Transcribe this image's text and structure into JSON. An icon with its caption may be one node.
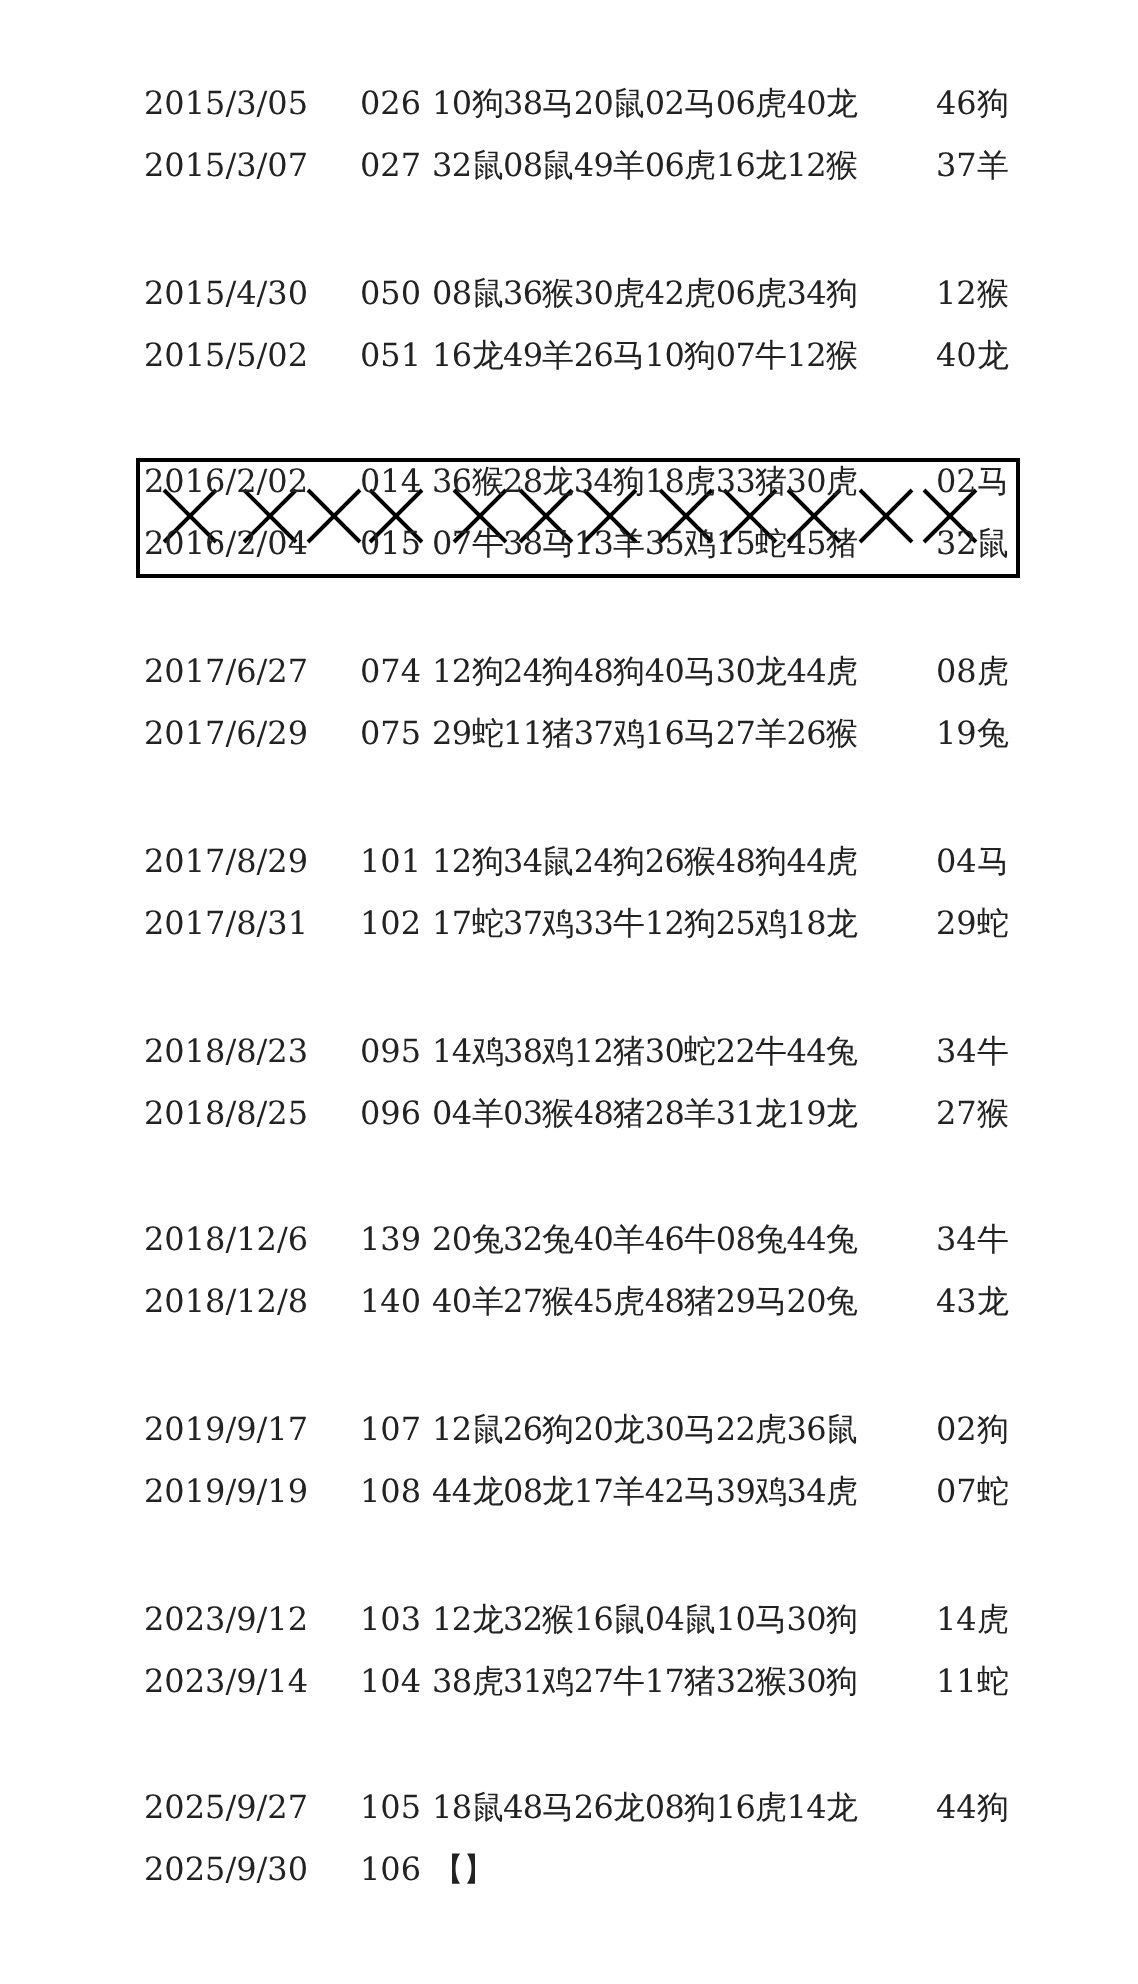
{
  "diagram": {
    "labels": [
      "2015/3/05",
      "026",
      "10狗38马20鼠02马06虎40龙",
      "46狗",
      "2015/3/07",
      "027",
      "32鼠08鼠49羊06虎16龙12猴",
      "37羊",
      "2015/4/30",
      "050",
      "08鼠36猴30虎42虎06虎34狗",
      "12猴",
      "2015/5/02",
      "051",
      "16龙49羊26马10狗07牛12猴",
      "40龙",
      "2016/2/02",
      "014",
      "36猴28龙34狗18虎33猪30虎",
      "02马",
      "2016/2/04",
      "015",
      "07牛38马13羊35鸡15蛇45猪",
      "32鼠",
      "2017/6/27",
      "074",
      "12狗24狗48狗40马30龙44虎",
      "08虎",
      "2017/6/29",
      "075",
      "29蛇11猪37鸡16马27羊26猴",
      "19兔",
      "2017/8/29",
      "101",
      "12狗34鼠24狗26猴48狗44虎",
      "04马",
      "2017/8/31",
      "102",
      "17蛇37鸡33牛12狗25鸡18龙",
      "29蛇",
      "2018/8/23",
      "095",
      "14鸡38鸡12猪30蛇22牛44兔",
      "34牛",
      "2018/8/25",
      "096",
      "04羊03猴48猪28羊31龙19龙",
      "27猴",
      "2018/12/6",
      "139",
      "20兔32兔40羊46牛08兔44兔",
      "34牛",
      "2018/12/8",
      "140",
      "40羊27猴45虎48猪29马20兔",
      "43龙",
      "2019/9/17",
      "107",
      "12鼠26狗20龙30马22虎36鼠",
      "02狗",
      "2019/9/19",
      "108",
      "44龙08龙17羊42马39鸡34虎",
      "07蛇",
      "2023/9/12",
      "103",
      "12龙32猴16鼠04鼠10马30狗",
      "14虎",
      "2023/9/14",
      "104",
      "38虎31鸡27牛17猪32猴30狗",
      "11蛇",
      "2025/9/27",
      "105",
      "18鼠48马26龙08狗16虎14龙",
      "44狗",
      "2025/9/30",
      "106",
      "【】"
    ]
  }
}
